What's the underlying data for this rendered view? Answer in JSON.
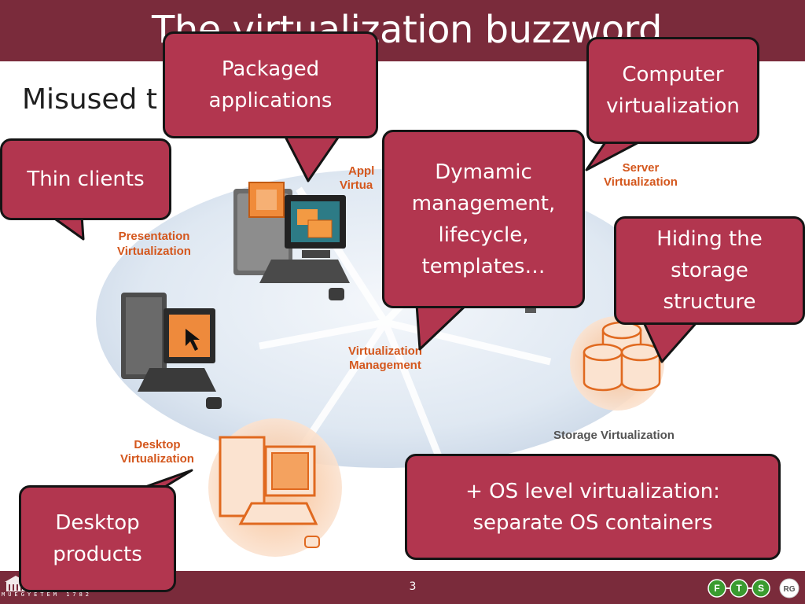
{
  "slide": {
    "title": "The virtualization buzzword",
    "subtitle": "Misused t",
    "page_number": "3",
    "university_text": "MŰEGYETEM 1782"
  },
  "diagram": {
    "labels": {
      "application": [
        "Appl",
        "Virtua"
      ],
      "server": [
        "Server",
        "Virtualization"
      ],
      "presentation": [
        "Presentation",
        "Virtualization"
      ],
      "management": [
        "Virtualization",
        "Management"
      ],
      "storage": "Storage Virtualization",
      "desktop": [
        "Desktop",
        "Virtualization"
      ]
    }
  },
  "callouts": {
    "packaged": [
      "Packaged",
      "applications"
    ],
    "computer": [
      "Computer",
      "virtualization"
    ],
    "thin_clients": "Thin clients",
    "dynamic": [
      "Dymamic",
      "management,",
      "lifecycle,",
      "templates…"
    ],
    "hiding": [
      "Hiding the",
      "storage",
      "structure"
    ],
    "desktop": [
      "Desktop",
      "products"
    ],
    "os_level": [
      "+ OS level virtualization:",
      "separate OS containers"
    ]
  },
  "colors": {
    "header": "#7a2b3b",
    "callout_fill": "#b2364f",
    "label_orange": "#d4571d",
    "ellipse": "#dfe8f2"
  },
  "icons": {
    "dept_logos": [
      "F",
      "T",
      "S",
      "RG"
    ]
  }
}
